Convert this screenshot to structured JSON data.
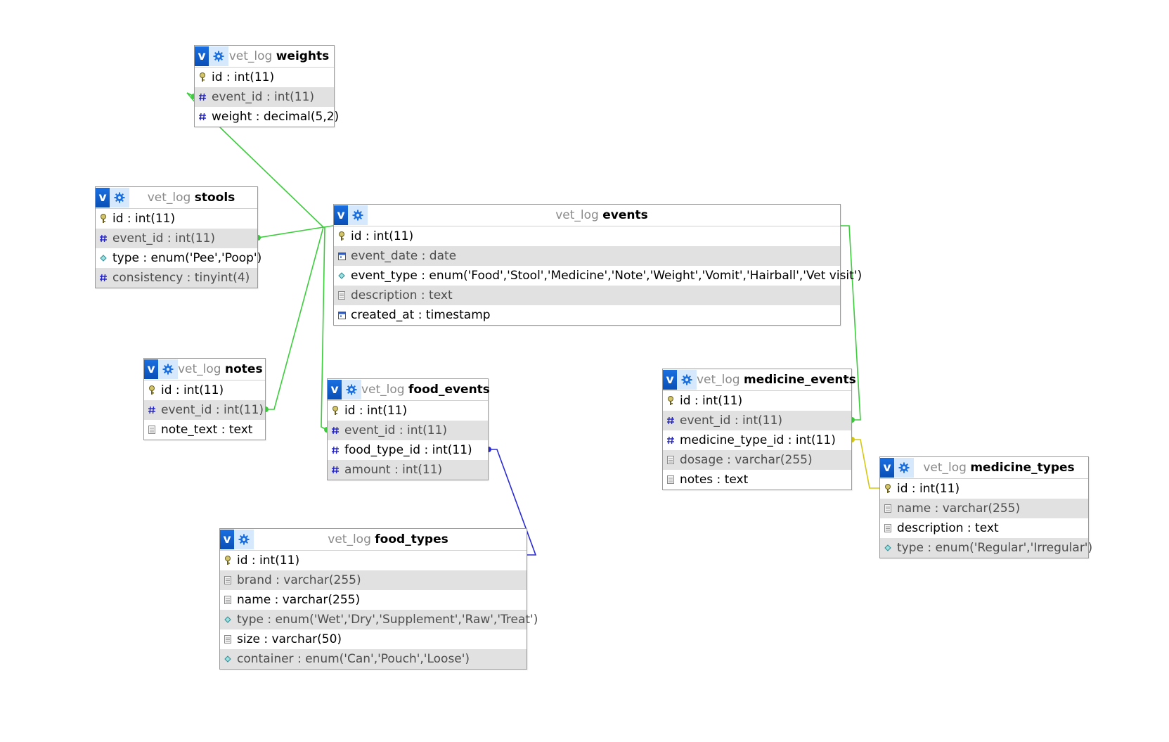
{
  "colors": {
    "link_green": "#3ccc3c",
    "link_blue": "#2a2ad2",
    "link_yellow": "#d4c814",
    "header_blue": "#0a4fb6",
    "alt_row": "#e1e1e1"
  },
  "tables": {
    "weights": {
      "db": "vet_log",
      "name": "weights",
      "columns": [
        {
          "text": "id : int(11)",
          "icon": "key-icon"
        },
        {
          "text": "event_id : int(11)",
          "icon": "hash-icon"
        },
        {
          "text": "weight : decimal(5,2)",
          "icon": "hash-icon"
        }
      ]
    },
    "stools": {
      "db": "vet_log",
      "name": "stools",
      "columns": [
        {
          "text": "id : int(11)",
          "icon": "key-icon"
        },
        {
          "text": "event_id : int(11)",
          "icon": "hash-icon"
        },
        {
          "text": "type : enum('Pee','Poop')",
          "icon": "enum-icon"
        },
        {
          "text": "consistency : tinyint(4)",
          "icon": "hash-icon"
        }
      ]
    },
    "events": {
      "db": "vet_log",
      "name": "events",
      "columns": [
        {
          "text": "id : int(11)",
          "icon": "key-icon"
        },
        {
          "text": "event_date : date",
          "icon": "date-icon"
        },
        {
          "text": "event_type : enum('Food','Stool','Medicine','Note','Weight','Vomit','Hairball','Vet visit')",
          "icon": "enum-icon"
        },
        {
          "text": "description : text",
          "icon": "text-icon"
        },
        {
          "text": "created_at : timestamp",
          "icon": "date-icon"
        }
      ]
    },
    "notes": {
      "db": "vet_log",
      "name": "notes",
      "columns": [
        {
          "text": "id : int(11)",
          "icon": "key-icon"
        },
        {
          "text": "event_id : int(11)",
          "icon": "hash-icon"
        },
        {
          "text": "note_text : text",
          "icon": "text-icon"
        }
      ]
    },
    "food_events": {
      "db": "vet_log",
      "name": "food_events",
      "columns": [
        {
          "text": "id : int(11)",
          "icon": "key-icon"
        },
        {
          "text": "event_id : int(11)",
          "icon": "hash-icon"
        },
        {
          "text": "food_type_id : int(11)",
          "icon": "hash-icon"
        },
        {
          "text": "amount : int(11)",
          "icon": "hash-icon"
        }
      ]
    },
    "medicine_events": {
      "db": "vet_log",
      "name": "medicine_events",
      "columns": [
        {
          "text": "id : int(11)",
          "icon": "key-icon"
        },
        {
          "text": "event_id : int(11)",
          "icon": "hash-icon"
        },
        {
          "text": "medicine_type_id : int(11)",
          "icon": "hash-icon"
        },
        {
          "text": "dosage : varchar(255)",
          "icon": "text-icon"
        },
        {
          "text": "notes : text",
          "icon": "text-icon"
        }
      ]
    },
    "medicine_types": {
      "db": "vet_log",
      "name": "medicine_types",
      "columns": [
        {
          "text": "id : int(11)",
          "icon": "key-icon"
        },
        {
          "text": "name : varchar(255)",
          "icon": "text-icon"
        },
        {
          "text": "description : text",
          "icon": "text-icon"
        },
        {
          "text": "type : enum('Regular','Irregular')",
          "icon": "enum-icon"
        }
      ]
    },
    "food_types": {
      "db": "vet_log",
      "name": "food_types",
      "columns": [
        {
          "text": "id : int(11)",
          "icon": "key-icon"
        },
        {
          "text": "brand : varchar(255)",
          "icon": "text-icon"
        },
        {
          "text": "name : varchar(255)",
          "icon": "text-icon"
        },
        {
          "text": "type : enum('Wet','Dry','Supplement','Raw','Treat')",
          "icon": "enum-icon"
        },
        {
          "text": "size : varchar(50)",
          "icon": "text-icon"
        },
        {
          "text": "container : enum('Can','Pouch','Loose')",
          "icon": "enum-icon"
        }
      ]
    }
  },
  "relations": [
    {
      "from": "weights.event_id",
      "to": "events.id",
      "color": "link_green"
    },
    {
      "from": "stools.event_id",
      "to": "events.id",
      "color": "link_green"
    },
    {
      "from": "notes.event_id",
      "to": "events.id",
      "color": "link_green"
    },
    {
      "from": "food_events.event_id",
      "to": "events.id",
      "color": "link_green"
    },
    {
      "from": "medicine_events.event_id",
      "to": "events.id",
      "color": "link_green"
    },
    {
      "from": "food_events.food_type_id",
      "to": "food_types.id",
      "color": "link_blue"
    },
    {
      "from": "medicine_events.medicine_type_id",
      "to": "medicine_types.id",
      "color": "link_yellow"
    }
  ]
}
